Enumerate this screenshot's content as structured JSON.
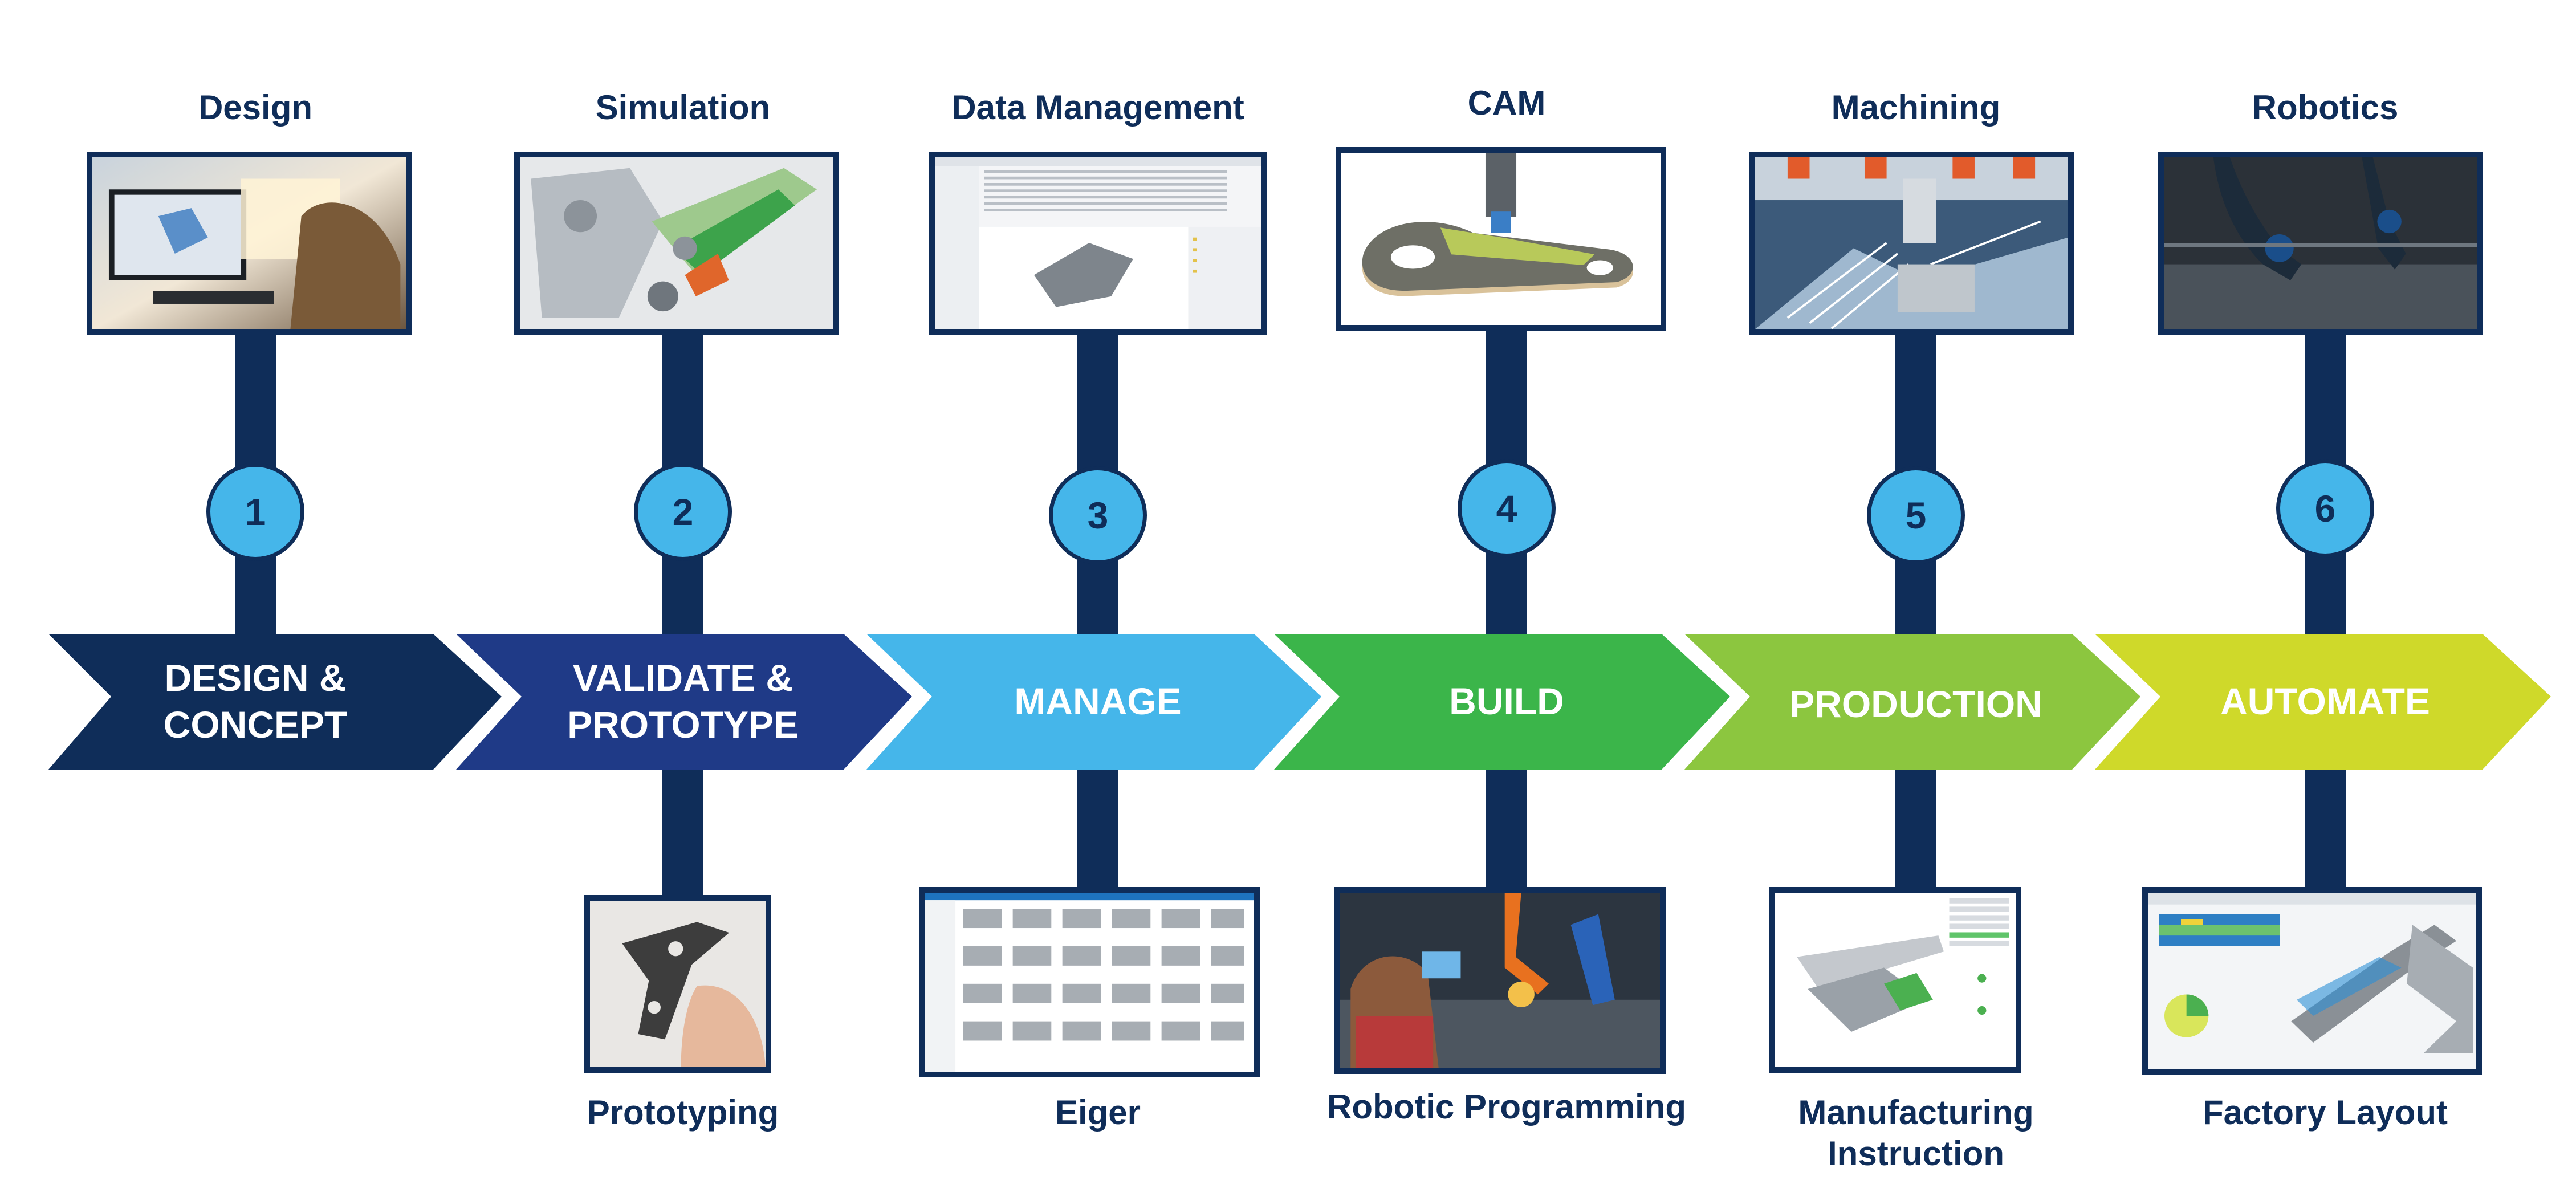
{
  "stages": [
    {
      "number": "1",
      "stage_line1": "DESIGN &",
      "stage_line2": "CONCEPT",
      "top_label": "Design",
      "bottom_label": "",
      "color": "#0f2d59"
    },
    {
      "number": "2",
      "stage_line1": "VALIDATE &",
      "stage_line2": "PROTOTYPE",
      "top_label": "Simulation",
      "bottom_label": "Prototyping",
      "color": "#1f3a87"
    },
    {
      "number": "3",
      "stage_line1": "MANAGE",
      "stage_line2": "",
      "top_label": "Data Management",
      "bottom_label": "Eiger",
      "color": "#45b6ea"
    },
    {
      "number": "4",
      "stage_line1": "BUILD",
      "stage_line2": "",
      "top_label": "CAM",
      "bottom_label": "Robotic Programming",
      "color": "#3bb54a"
    },
    {
      "number": "5",
      "stage_line1": "PRODUCTION",
      "stage_line2": "",
      "top_label": "Machining",
      "bottom_label_line1": "Manufacturing",
      "bottom_label_line2": "Instruction",
      "color": "#8cc63f"
    },
    {
      "number": "6",
      "stage_line1": "AUTOMATE",
      "stage_line2": "",
      "top_label": "Robotics",
      "bottom_label": "Factory Layout",
      "color": "#cfd92a"
    }
  ],
  "icons": [
    "design-photo",
    "simulation-render",
    "data-management-screenshot",
    "cam-toolpath-render",
    "machining-photo",
    "robotics-photo",
    "prototype-photo",
    "eiger-screenshot",
    "robotic-programming-photo",
    "manufacturing-instruction-screenshot",
    "factory-layout-screenshot"
  ]
}
